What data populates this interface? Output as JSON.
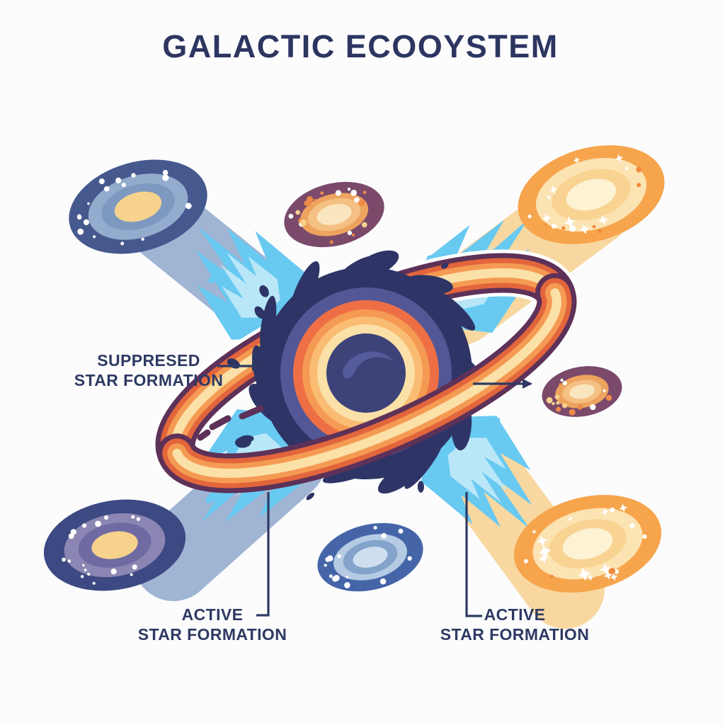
{
  "title": "GALACTIC ECOOYSTEM",
  "labels": {
    "suppressed": {
      "line1": "SUPPRESED",
      "line2": "STAR FORMATION"
    },
    "active_left": {
      "line1": "ACTIVE",
      "line2": "STAR FORMATION"
    },
    "active_right": {
      "line1": "ACTIVE",
      "line2": "STAR FORMATION"
    }
  },
  "colors": {
    "background": "#fcfcfd",
    "title-text": "#2d3561",
    "label-text": "#2e3a63",
    "connector": "#2e3a63",
    "jet": "#68c9f1",
    "jet-light": "#b9e7f8",
    "beam-blue": "#a0b4d3",
    "beam-orange": "#f8d8a0",
    "bh-outer": "#2e3566",
    "bh-ring-indigo": "#535796",
    "bh-ring-red": "#ee6f46",
    "bh-ring-orange": "#f59a52",
    "bh-ring-amber": "#f9bc72",
    "bh-ring-cream": "#fbe0a8",
    "bh-core": "#3d4379",
    "bh-swirl": "#575d9e",
    "band-outline": "#5d3158",
    "band-red": "#e2653c",
    "band-orange": "#f59a52",
    "band-cream": "#fbe0a8",
    "gx-blue-outer": "#46598e",
    "gx-blue-ring1": "#93abcd",
    "gx-blue-ring2": "#7e99c0",
    "gx-gold-core": "#f6d28c",
    "gx-plum-outer": "#7b4a6b",
    "gx-plum-ring1": "#eea45e",
    "gx-plum-ring2": "#f4c084",
    "gx-plum-core": "#f9e6bf",
    "gx-orange-outer": "#f6a54d",
    "gx-orange-ring1": "#fce3b2",
    "gx-orange-ring2": "#f9d392",
    "gx-orange-core": "#fdf2d4",
    "gx-navy-outer": "#3d4983",
    "gx-lav-ring1": "#8c86b4",
    "gx-lav-ring2": "#6f6ba2",
    "gx-bblue-outer": "#4565a8",
    "gx-bblue-ring1": "#b5cbe3",
    "gx-bblue-ring2": "#83a3cb",
    "gx-bblue-core": "#cfdeee",
    "star-dot": "#ffffff"
  }
}
